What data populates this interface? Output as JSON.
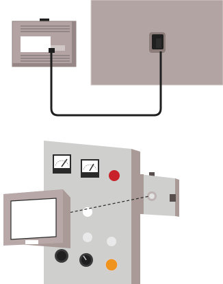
{
  "illustration": {
    "top_scene": {
      "device": "router",
      "wall_panel": "wall",
      "outlet": "power-socket",
      "cable": "power-cable"
    },
    "bottom_scene": {
      "control_panel": "control-panel",
      "gauges": [
        "gauge-1",
        "gauge-2"
      ],
      "indicator_lights": [
        "red",
        "white",
        "white",
        "white",
        "orange"
      ],
      "knobs": [
        "knob-1",
        "knob-2"
      ],
      "monitor": "monitor",
      "sensor_unit": "sensor",
      "beam": "dashed-line"
    }
  },
  "colors": {
    "outline": "#2a2a2a",
    "router_body": "#b8a8a8",
    "wall": "#b2a4a2",
    "panel": "#cfcfce",
    "panel_side": "#a99a98",
    "red_light": "#c8232a",
    "orange_light": "#f0931c",
    "white_light": "#ffffff",
    "pale_light": "#e8e8e8"
  }
}
